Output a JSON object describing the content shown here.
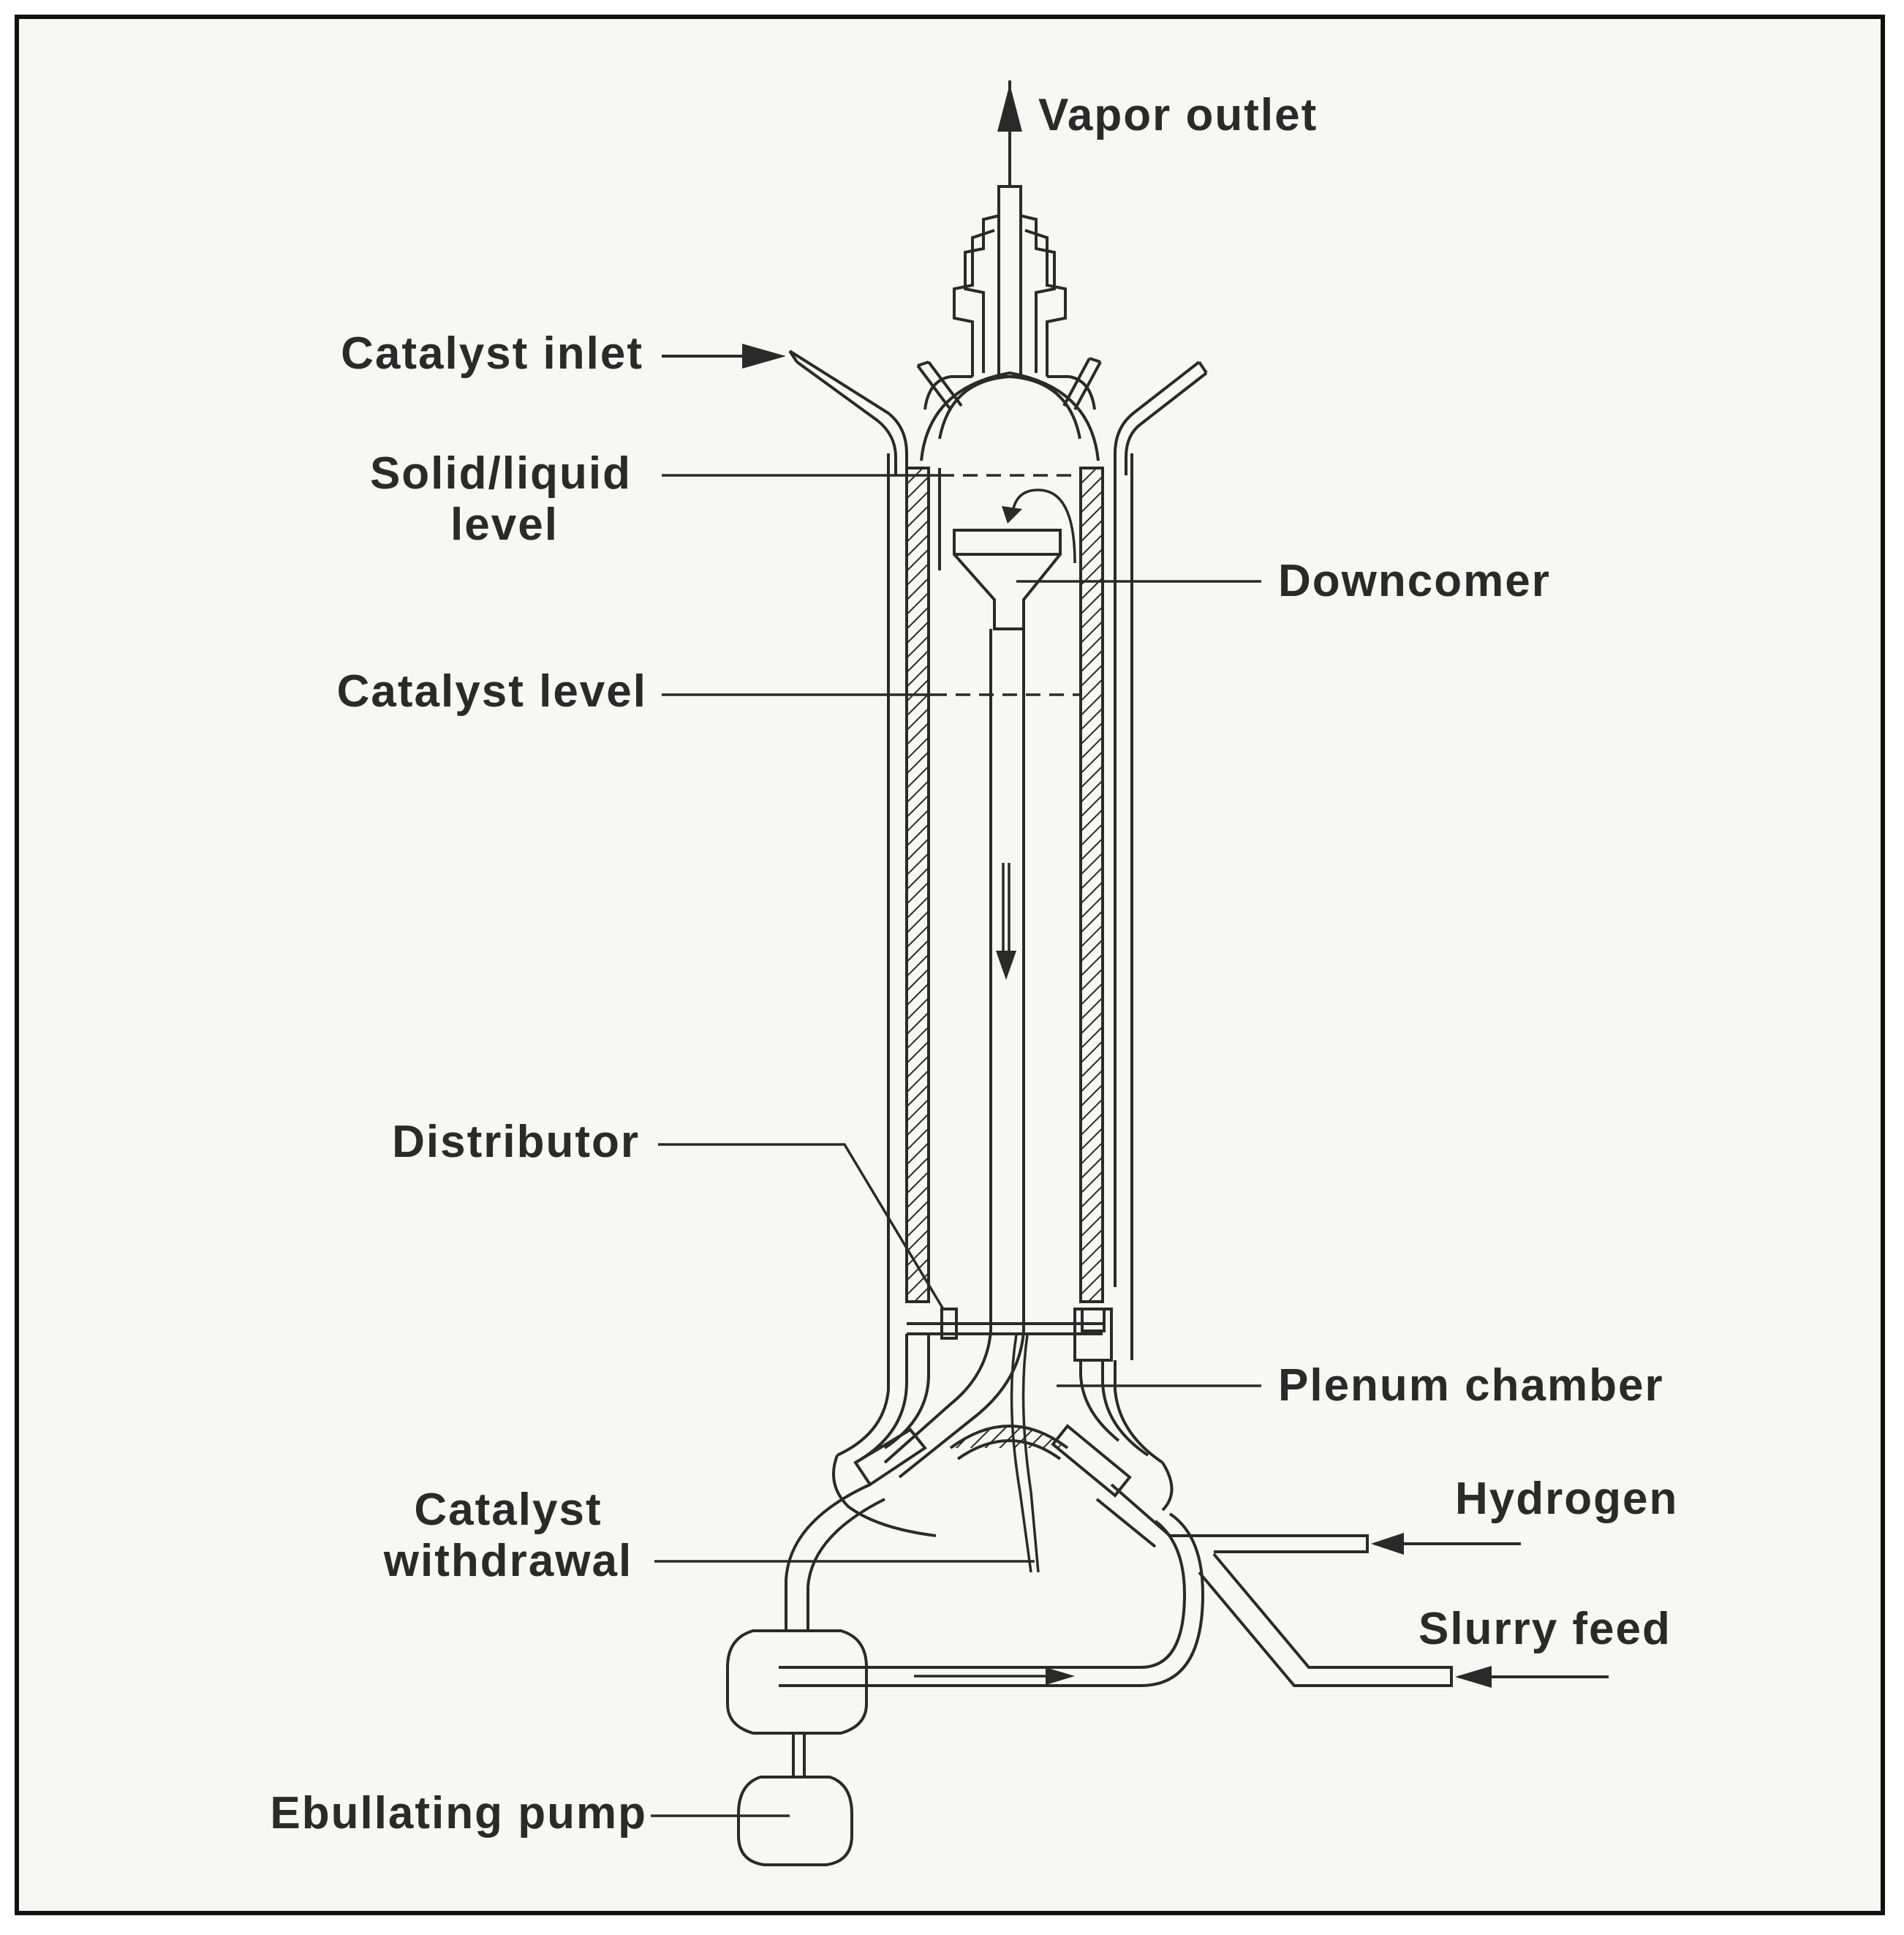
{
  "labels": {
    "vapor_outlet": "Vapor outlet",
    "catalyst_inlet": "Catalyst inlet",
    "solid_liquid_level_1": "Solid/liquid",
    "solid_liquid_level_2": "level",
    "downcomer": "Downcomer",
    "catalyst_level": "Catalyst level",
    "distributor": "Distributor",
    "plenum_chamber": "Plenum chamber",
    "hydrogen": "Hydrogen",
    "catalyst_withdrawal_1": "Catalyst",
    "catalyst_withdrawal_2": "withdrawal",
    "slurry_feed": "Slurry feed",
    "ebullating_pump": "Ebullating pump"
  },
  "colors": {
    "ink": "#2a2a2a",
    "paper": "#f7f7f5",
    "frame": "#111111"
  }
}
